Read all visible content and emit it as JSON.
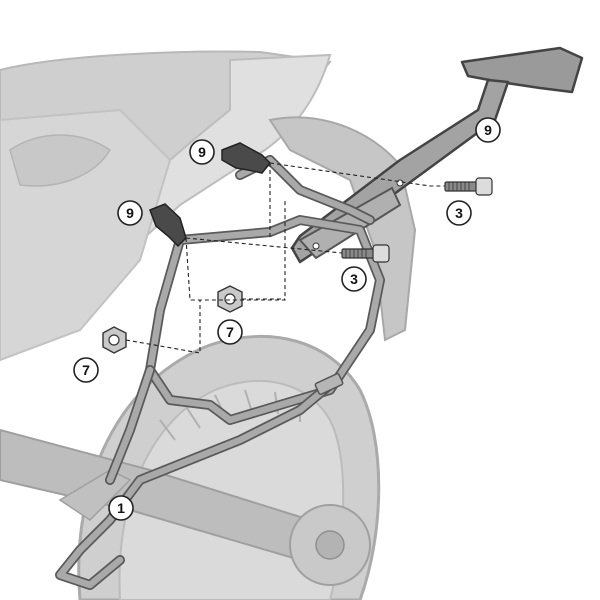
{
  "diagram": {
    "callouts": [
      {
        "id": "part-1",
        "label": "1"
      },
      {
        "id": "part-3-upper",
        "label": "3"
      },
      {
        "id": "part-3-lower",
        "label": "3"
      },
      {
        "id": "part-7-left",
        "label": "7"
      },
      {
        "id": "part-7-center",
        "label": "7"
      },
      {
        "id": "part-9-left-lower",
        "label": "9"
      },
      {
        "id": "part-9-left-upper",
        "label": "9"
      },
      {
        "id": "part-9-right",
        "label": "9"
      }
    ]
  }
}
